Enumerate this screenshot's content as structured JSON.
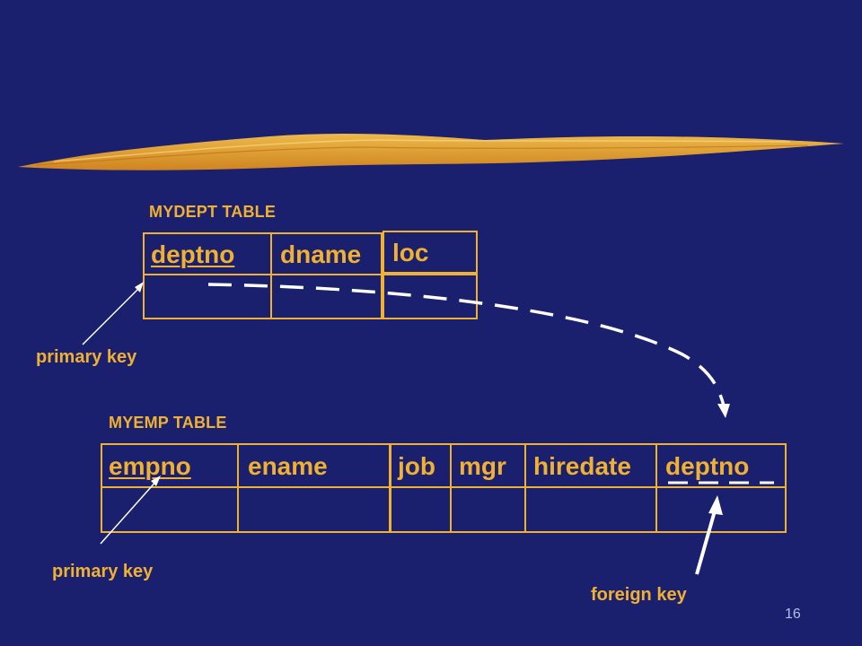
{
  "mydept": {
    "title": "MYDEPT TABLE",
    "columns": [
      "deptno",
      "dname",
      "loc"
    ]
  },
  "myemp": {
    "title": "MYEMP TABLE",
    "columns": [
      "empno",
      "ename",
      "job",
      "mgr",
      "hiredate",
      "deptno"
    ]
  },
  "labels": {
    "primary_key_dept": "primary key",
    "primary_key_emp": "primary key",
    "foreign_key": "foreign key"
  },
  "page_number": "16",
  "colors": {
    "background": "#1a1f6e",
    "accent": "#f0b132",
    "line": "#ffffff"
  }
}
